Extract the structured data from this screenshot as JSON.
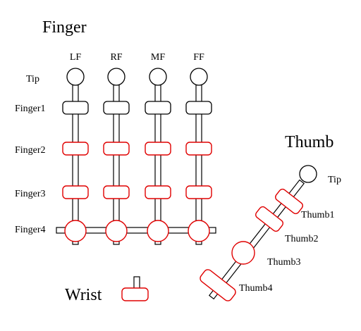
{
  "finger_section": {
    "title": "Finger",
    "columns": [
      "LF",
      "RF",
      "MF",
      "FF"
    ],
    "rows": [
      "Tip",
      "Finger1",
      "Finger2",
      "Finger3",
      "Finger4"
    ]
  },
  "thumb_section": {
    "title": "Thumb",
    "labels": [
      "Tip",
      "Thumb1",
      "Thumb2",
      "Thumb3",
      "Thumb4"
    ]
  },
  "wrist": {
    "title": "Wrist"
  },
  "colors": {
    "actuated_joint": "#e00000",
    "passive_joint": "#000000",
    "background": "#ffffff"
  }
}
